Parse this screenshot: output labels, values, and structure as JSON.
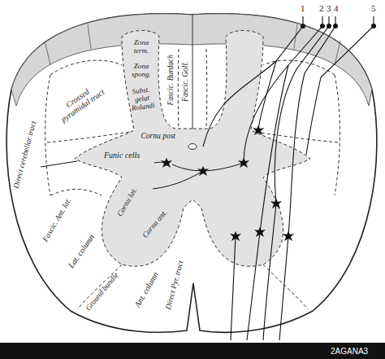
{
  "diagram": {
    "labels": [
      "1",
      "2",
      "3",
      "4",
      "5",
      "Zona term.",
      "Zona spong.",
      "Subst. gelat Rolandi",
      "Fascic. Burdach",
      "Fascic. Goll.",
      "Crossed pyramidal tract",
      "Cornu post",
      "Direct cerebellar tract",
      "Funic cells",
      "Cornu lat.",
      "Cornu ant.",
      "Fascic. Ant. lat.",
      "Lat. column",
      "Ground bundle",
      "Ant. column",
      "Direct Pyr. tract",
      "2AGANA3"
    ]
  }
}
